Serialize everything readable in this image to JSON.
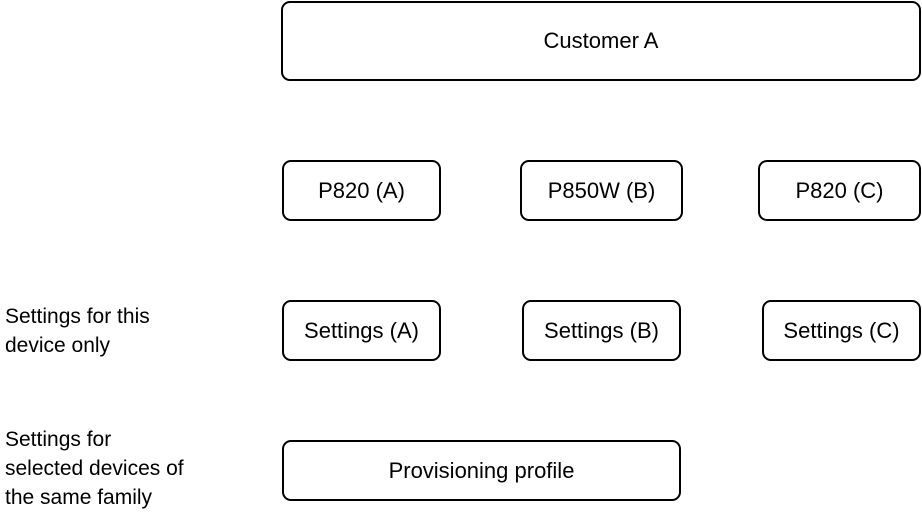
{
  "diagram": {
    "customer": "Customer A",
    "devices": [
      "P820 (A)",
      "P850W (B)",
      "P820 (C)"
    ],
    "settings": [
      "Settings (A)",
      "Settings (B)",
      "Settings (C)"
    ],
    "profile": "Provisioning profile",
    "row_labels": {
      "device_only": [
        "Settings for this",
        "device only"
      ],
      "family": [
        "Settings for",
        "selected devices of",
        "the same family"
      ]
    }
  }
}
